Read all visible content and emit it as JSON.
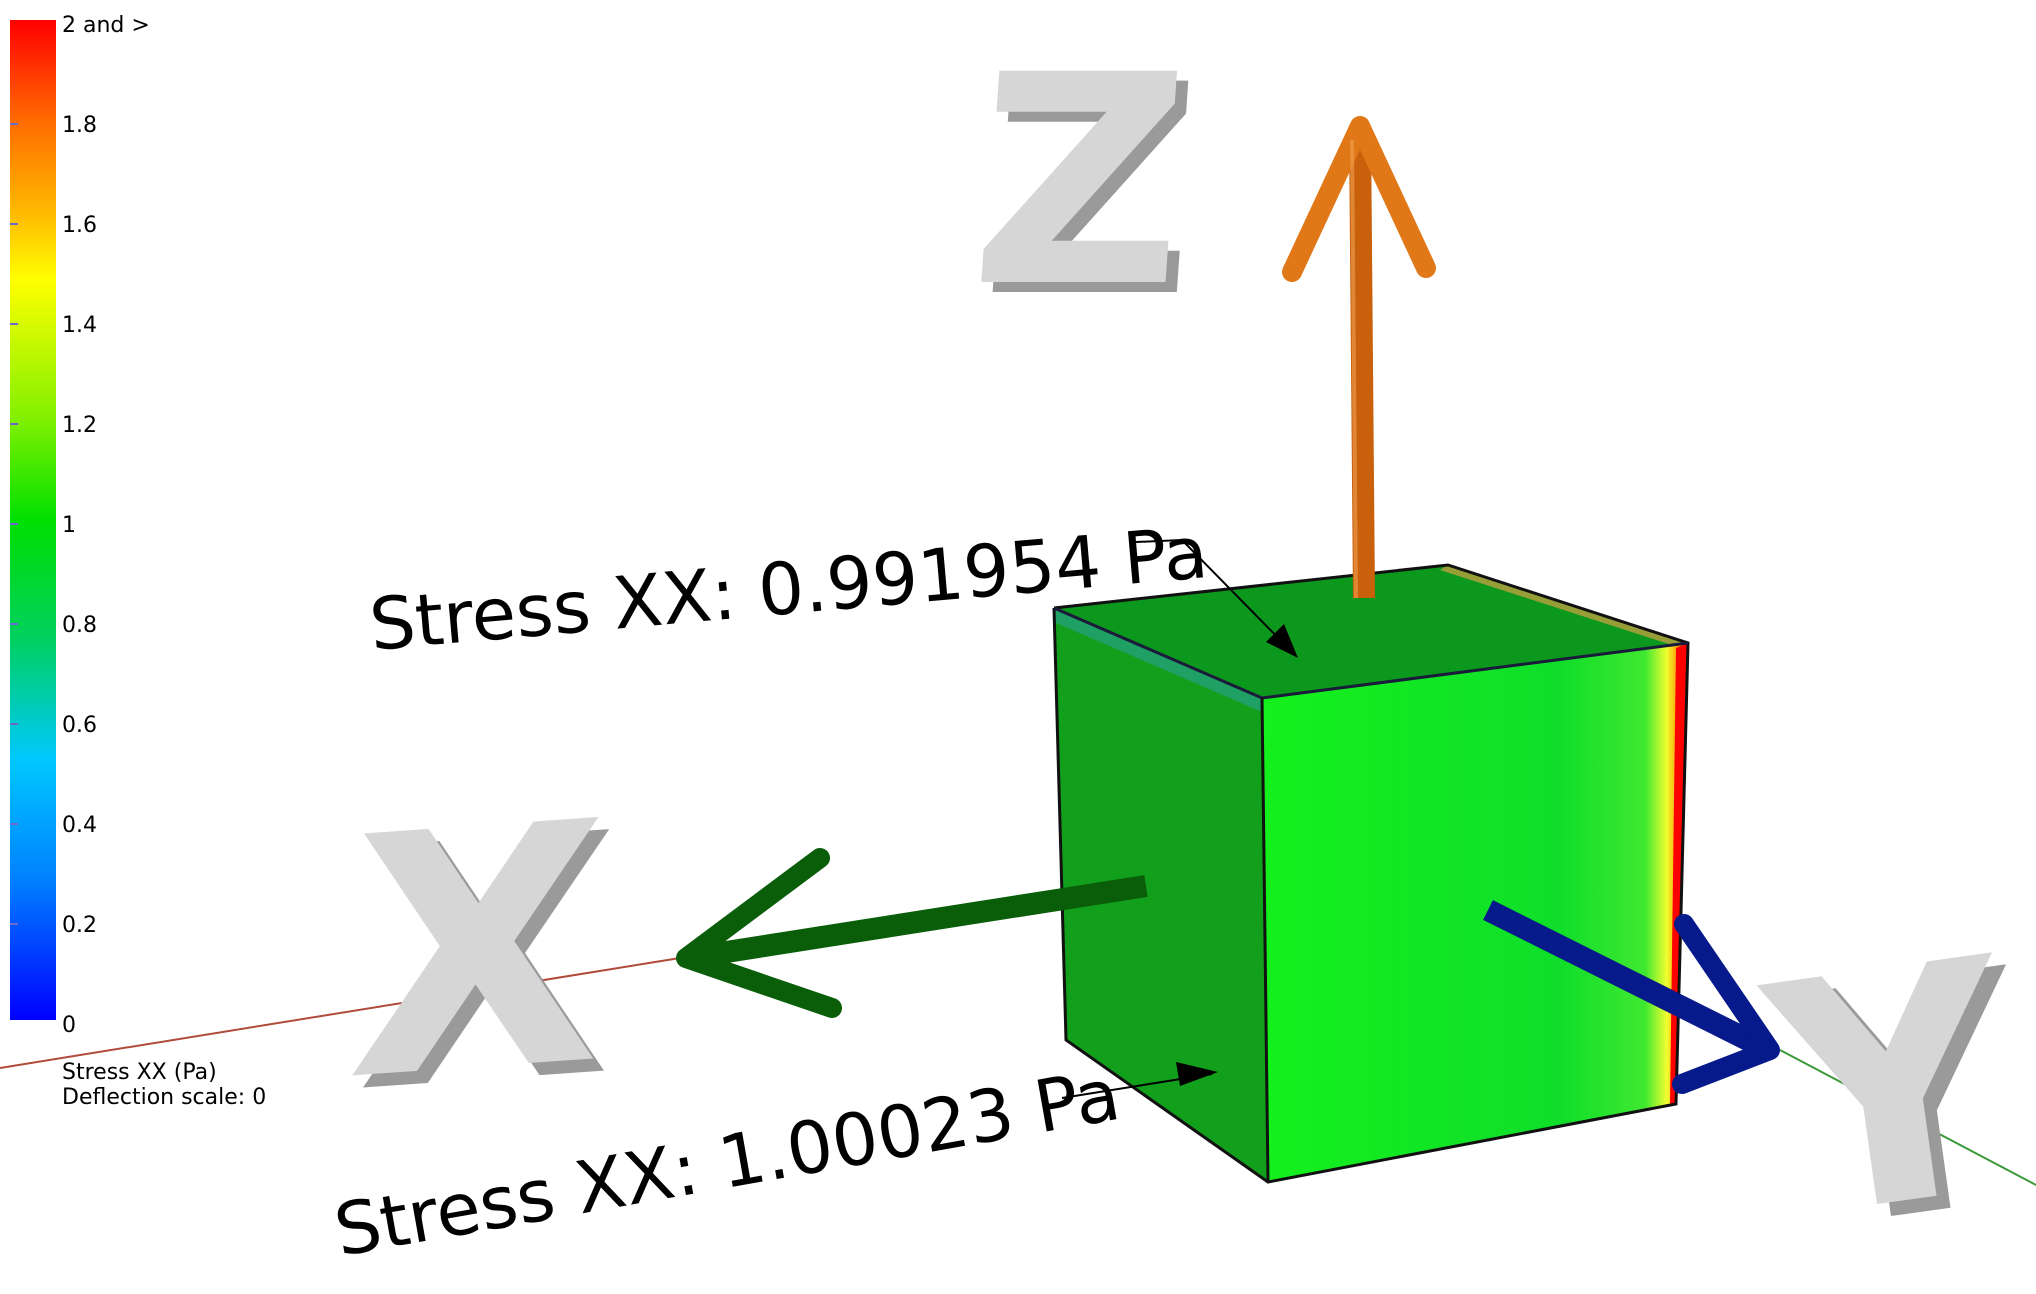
{
  "legend": {
    "max_label": "2 and >",
    "ticks": [
      "1.8",
      "1.6",
      "1.4",
      "1.2",
      "1",
      "0.8",
      "0.6",
      "0.4",
      "0.2",
      "0"
    ],
    "colormap": [
      "#ff0000",
      "#ff8c00",
      "#ffff00",
      "#00e000",
      "#00c8ff",
      "#0000ff"
    ],
    "quantity": "Stress XX (Pa)",
    "deflection": "Deflection scale: 0"
  },
  "probes": {
    "top": "Stress XX: 0.991954 Pa",
    "front": "Stress XX: 1.00023 Pa"
  },
  "axes": {
    "x_label": "X",
    "y_label": "Y",
    "z_label": "Z",
    "x_color": "#0a5e0a",
    "y_color": "#061a8c",
    "z_color": "#d96a10"
  },
  "cube": {
    "top_color": "#0b9a1d",
    "left_color": "#12a31c",
    "front_color": "#12e81e",
    "edge_color": "#ff0000"
  }
}
